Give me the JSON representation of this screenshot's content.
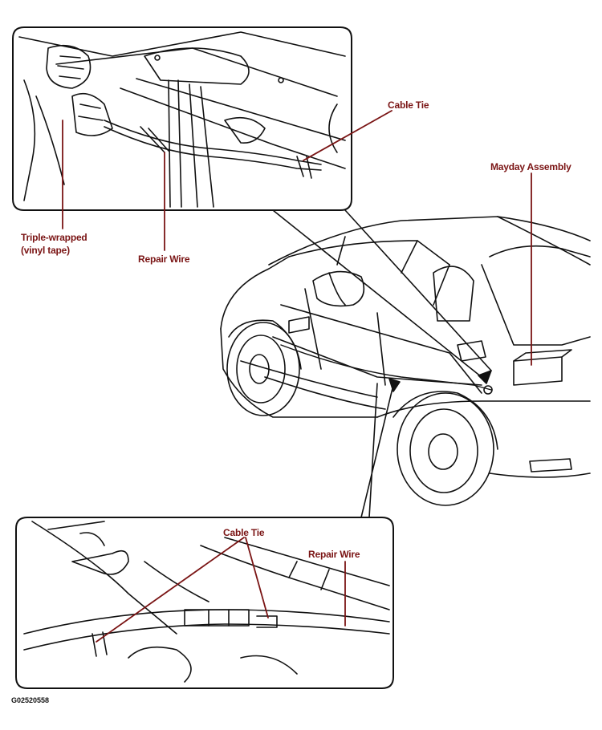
{
  "labels": {
    "cable_tie_top": "Cable Tie",
    "mayday_assembly": "Mayday Assembly",
    "triple_wrapped_1": "Triple-wrapped",
    "triple_wrapped_2": "(vinyl tape)",
    "repair_wire_top": "Repair Wire",
    "cable_tie_bottom": "Cable Tie",
    "repair_wire_bottom": "Repair Wire"
  },
  "figure_code": "G02520558",
  "colors": {
    "leader": "#7a1414",
    "ink": "#111111"
  }
}
